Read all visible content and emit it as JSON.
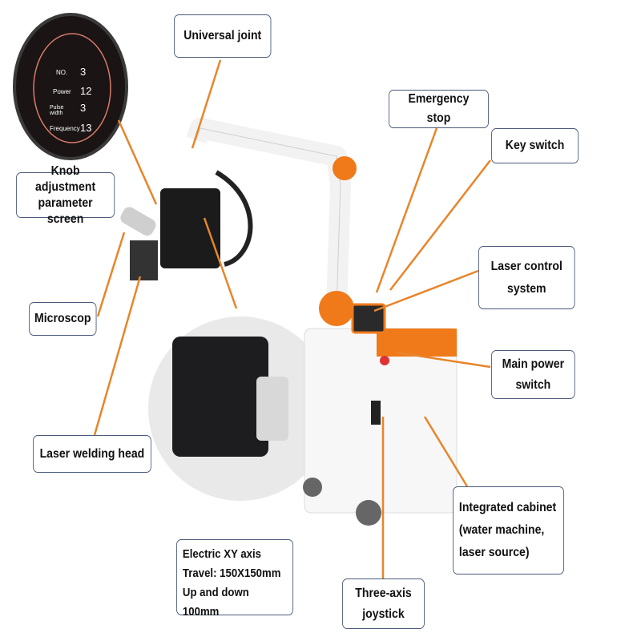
{
  "labels": {
    "universal_joint": "Universal joint",
    "knob_screen": "Knob adjustment parameter screen",
    "microscope": "Microscop",
    "welding_head": "Laser welding head",
    "xy_axis_line1": "Electric XY axis",
    "xy_axis_line2": "Travel: 150X150mm",
    "xy_axis_line3": "Up and down 100mm",
    "joystick": "Three-axis joystick",
    "emergency_stop": "Emergency stop",
    "key_switch": "Key switch",
    "laser_control": "Laser control system",
    "main_power": "Main power switch",
    "cabinet": "Integrated cabinet (water machine, laser source)"
  },
  "screen": {
    "rows": [
      {
        "name": "NO.",
        "value": "3"
      },
      {
        "name": "Power",
        "value": "12"
      },
      {
        "name": "Pulse width",
        "value": "3"
      },
      {
        "name": "Frequency",
        "value": "13"
      }
    ]
  },
  "colors": {
    "leader": "#e8852a",
    "accent": "#f07a1a",
    "border": "#4a5a7a"
  }
}
